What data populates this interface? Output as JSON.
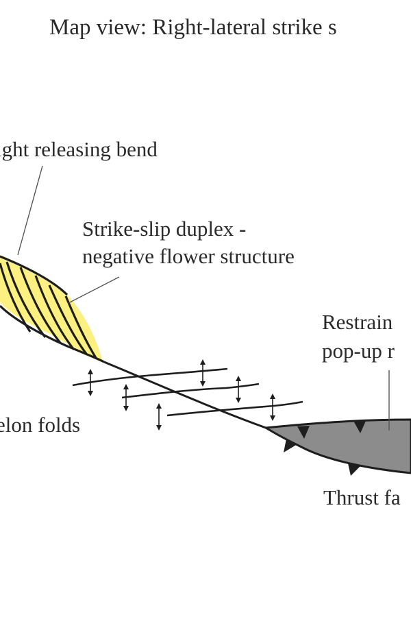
{
  "title": "Map view: Right-lateral strike s",
  "labels": {
    "releasing_bend": "ight releasing bend",
    "duplex_line1": "Strike-slip duplex -",
    "duplex_line2": "negative flower structure",
    "restraining_line1": "Restrain",
    "restraining_line2": "pop-up r",
    "echelon_folds": "elon folds",
    "thrust_faults": "Thrust fa"
  },
  "colors": {
    "duplex_fill": "#fbf080",
    "popup_fill": "#8c8c8c",
    "line": "#1e1e1e",
    "leader": "#555555",
    "text": "#2a2a2a"
  }
}
